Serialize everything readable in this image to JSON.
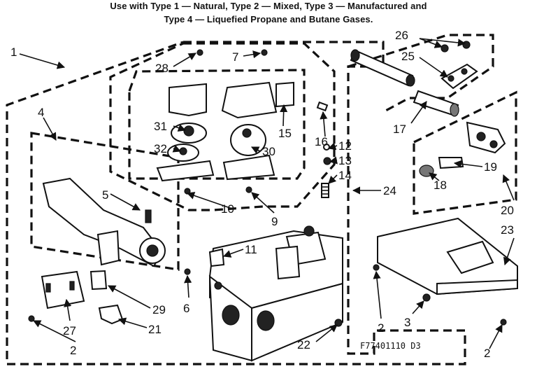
{
  "header": {
    "line1": "Use with Type 1 — Natural, Type 2 — Mixed,  Type 3 — Manufactured and",
    "line2": "Type 4 — Liquefied Propane and Butane Gases."
  },
  "reference": "F77401110 D3",
  "callouts": {
    "c1": "1",
    "c2a": "2",
    "c2b": "2",
    "c2c": "2",
    "c3": "3",
    "c4": "4",
    "c5": "5",
    "c6": "6",
    "c7": "7",
    "c9": "9",
    "c10": "10",
    "c11": "11",
    "c12": "12",
    "c13": "13",
    "c14": "14",
    "c15": "15",
    "c16": "16",
    "c17": "17",
    "c18": "18",
    "c19": "19",
    "c20": "20",
    "c21": "21",
    "c22": "22",
    "c23": "23",
    "c24": "24",
    "c25": "25",
    "c26": "26",
    "c27": "27",
    "c28": "28",
    "c29": "29",
    "c30": "30",
    "c31": "31",
    "c32": "32"
  }
}
